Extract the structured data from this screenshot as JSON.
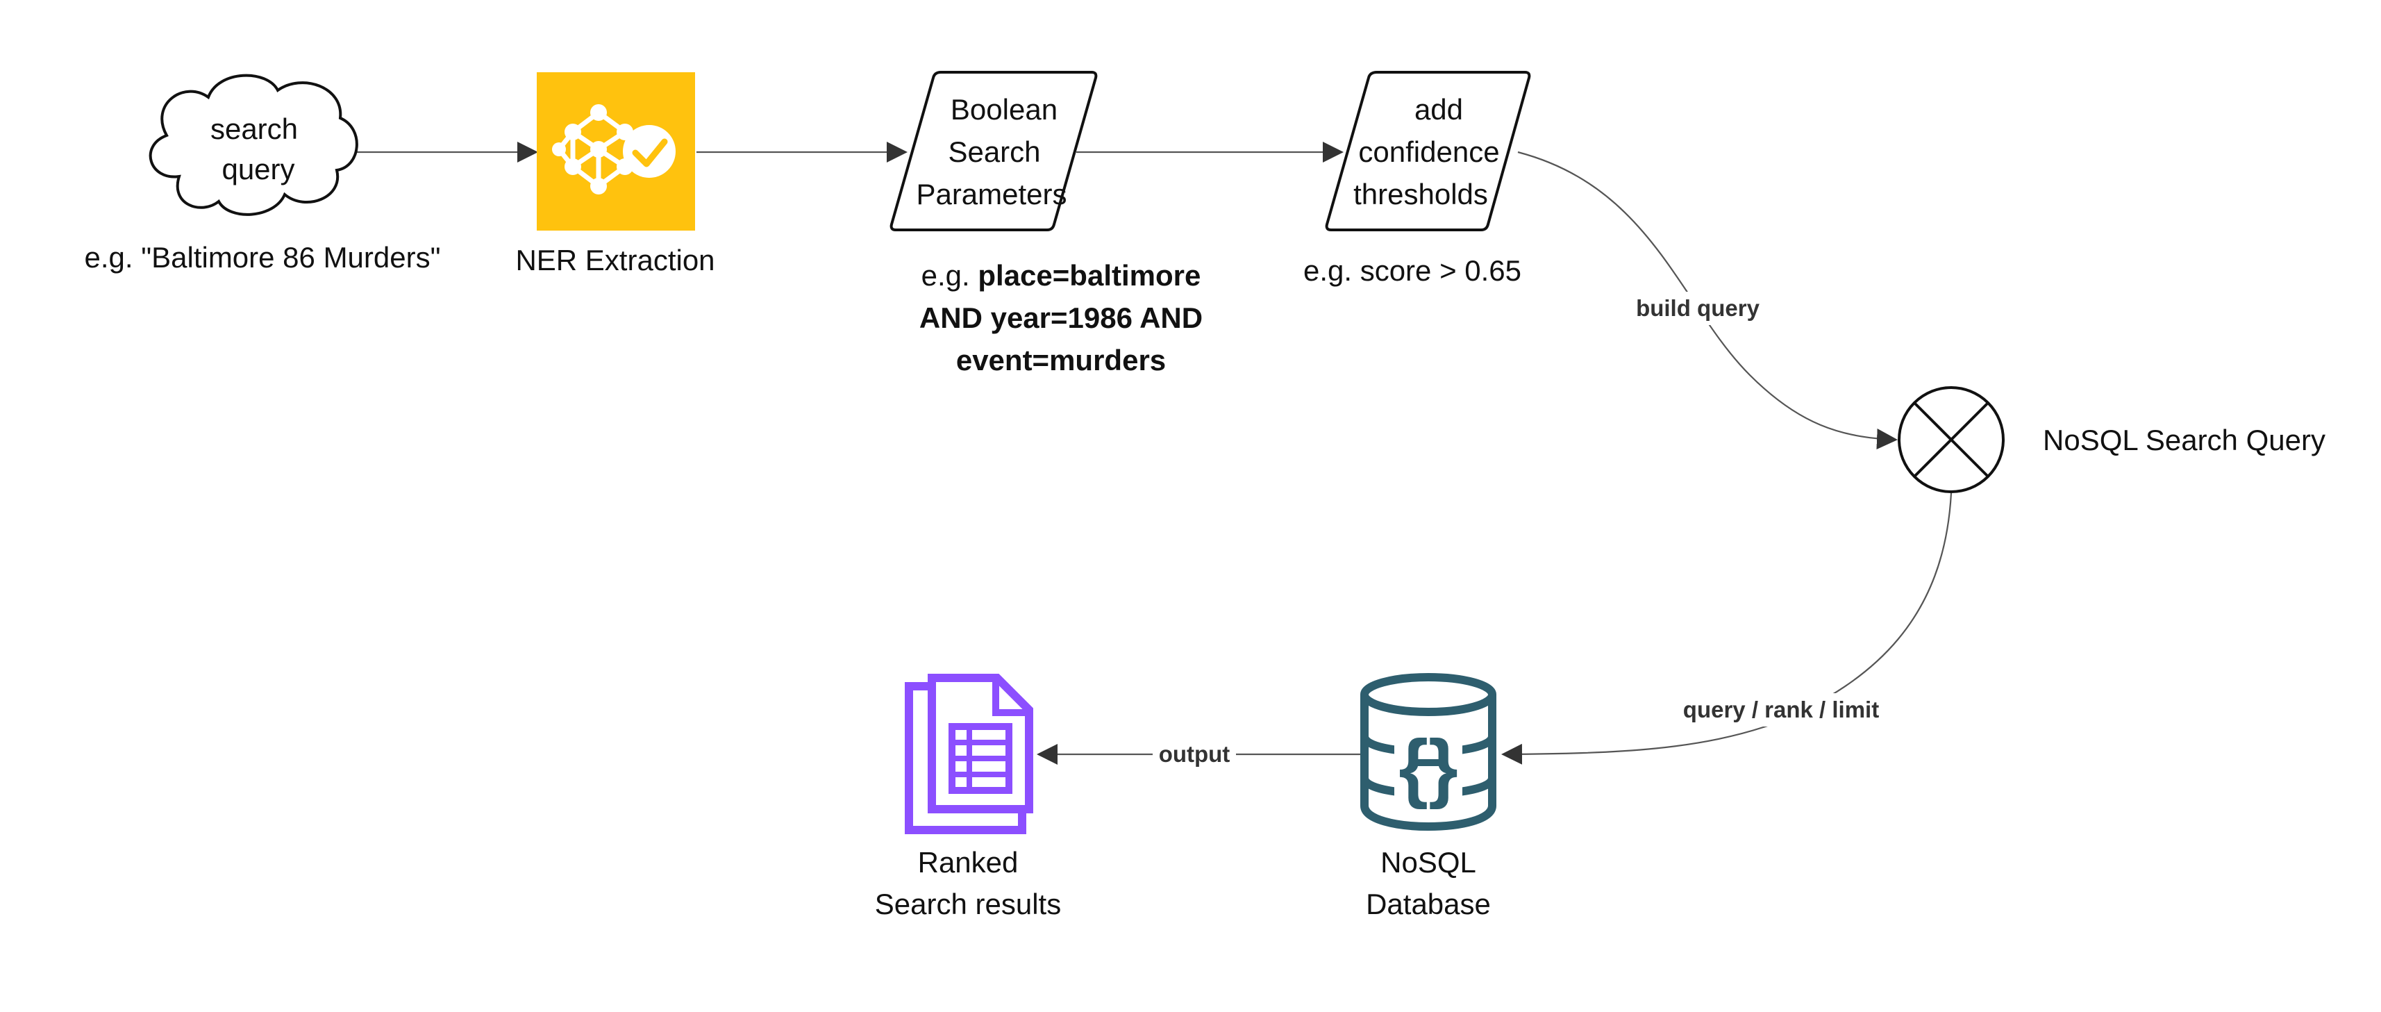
{
  "nodes": {
    "search_query": {
      "lines": [
        "search",
        "query"
      ],
      "caption": "e.g. \"Baltimore 86 Murders\""
    },
    "ner": {
      "caption": "NER Extraction",
      "icon": "ai-network-check-icon",
      "color": "#FFC20E"
    },
    "boolean": {
      "lines": [
        "Boolean",
        "Search",
        "Parameters"
      ],
      "caption_prefix": "e.g. ",
      "caption_lines": [
        "place=baltimore",
        "AND year=1986 AND",
        "event=murders"
      ]
    },
    "thresholds": {
      "lines": [
        "add",
        "confidence",
        "thresholds"
      ],
      "caption": "e.g. score > 0.65"
    },
    "nosql_query": {
      "caption": "NoSQL Search Query"
    },
    "database": {
      "lines": [
        "NoSQL",
        "Database"
      ],
      "icon": "nosql-database-icon",
      "color": "#2E5E6E"
    },
    "results": {
      "lines": [
        "Ranked",
        "Search results"
      ],
      "icon": "document-table-icon",
      "color": "#8C4FFF"
    }
  },
  "edges": {
    "build_query": "build query",
    "query_rank_limit": "query / rank / limit",
    "output": "output"
  }
}
